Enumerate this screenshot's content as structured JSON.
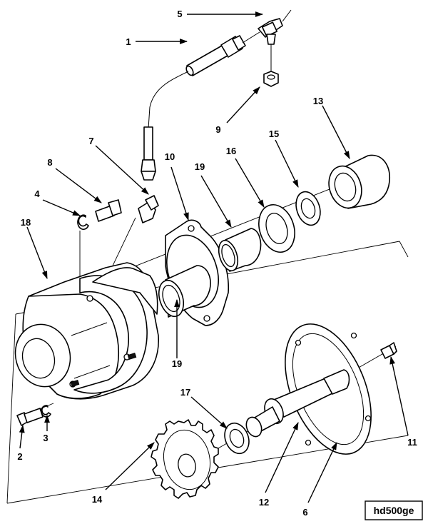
{
  "figure_code": "hd500ge",
  "callouts": {
    "c1": "1",
    "c2": "2",
    "c3": "3",
    "c4": "4",
    "c5": "5",
    "c6": "6",
    "c7": "7",
    "c8": "8",
    "c9": "9",
    "c10": "10",
    "c11": "11",
    "c12": "12",
    "c13": "13",
    "c14": "14",
    "c15": "15",
    "c16": "16",
    "c17": "17",
    "c18": "18",
    "c19a": "19",
    "c19b": "19"
  }
}
